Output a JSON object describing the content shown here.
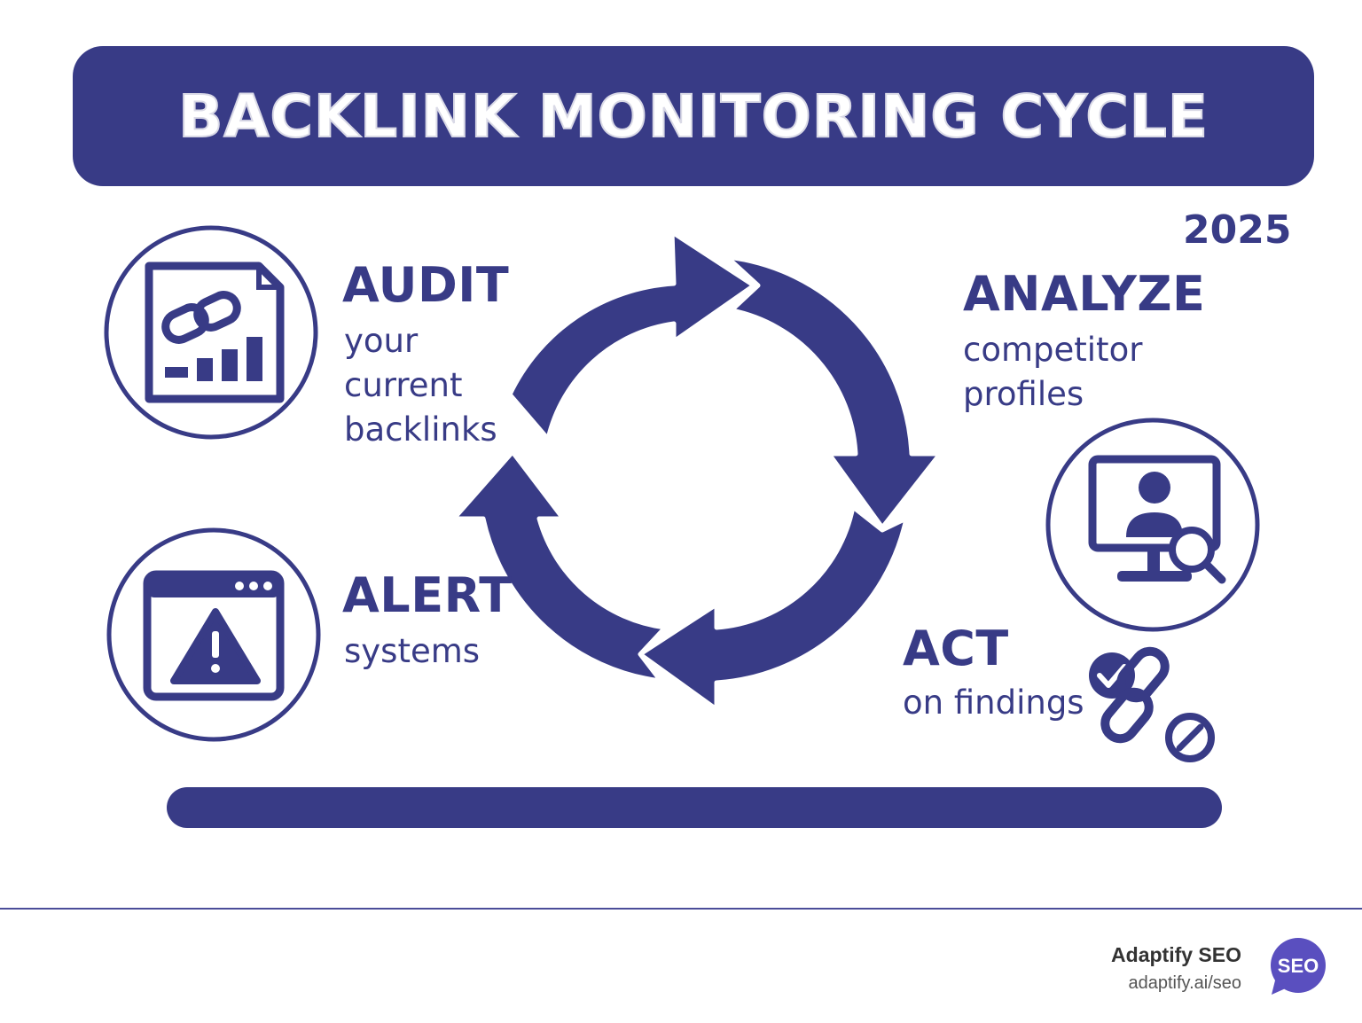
{
  "title": "BACKLINK MONITORING CYCLE",
  "year": "2025",
  "colors": {
    "primary": "#383b86",
    "background": "#ffffff",
    "footer_text": "#333333"
  },
  "steps": [
    {
      "heading": "AUDIT",
      "lines": [
        "your",
        "current",
        "backlinks"
      ],
      "icon": "link-document-chart-icon"
    },
    {
      "heading": "ANALYZE",
      "lines": [
        "competitor",
        "profiles"
      ],
      "icon": "monitor-user-search-icon"
    },
    {
      "heading": "ACT",
      "lines": [
        "on findings"
      ],
      "icon": "link-check-remove-icon"
    },
    {
      "heading": "ALERT",
      "lines": [
        "systems"
      ],
      "icon": "browser-warning-icon"
    }
  ],
  "cycle_icon": "circular-arrows-icon",
  "footer": {
    "brand": "Adaptify SEO",
    "url": "adaptify.ai/seo",
    "badge": "SEO"
  }
}
